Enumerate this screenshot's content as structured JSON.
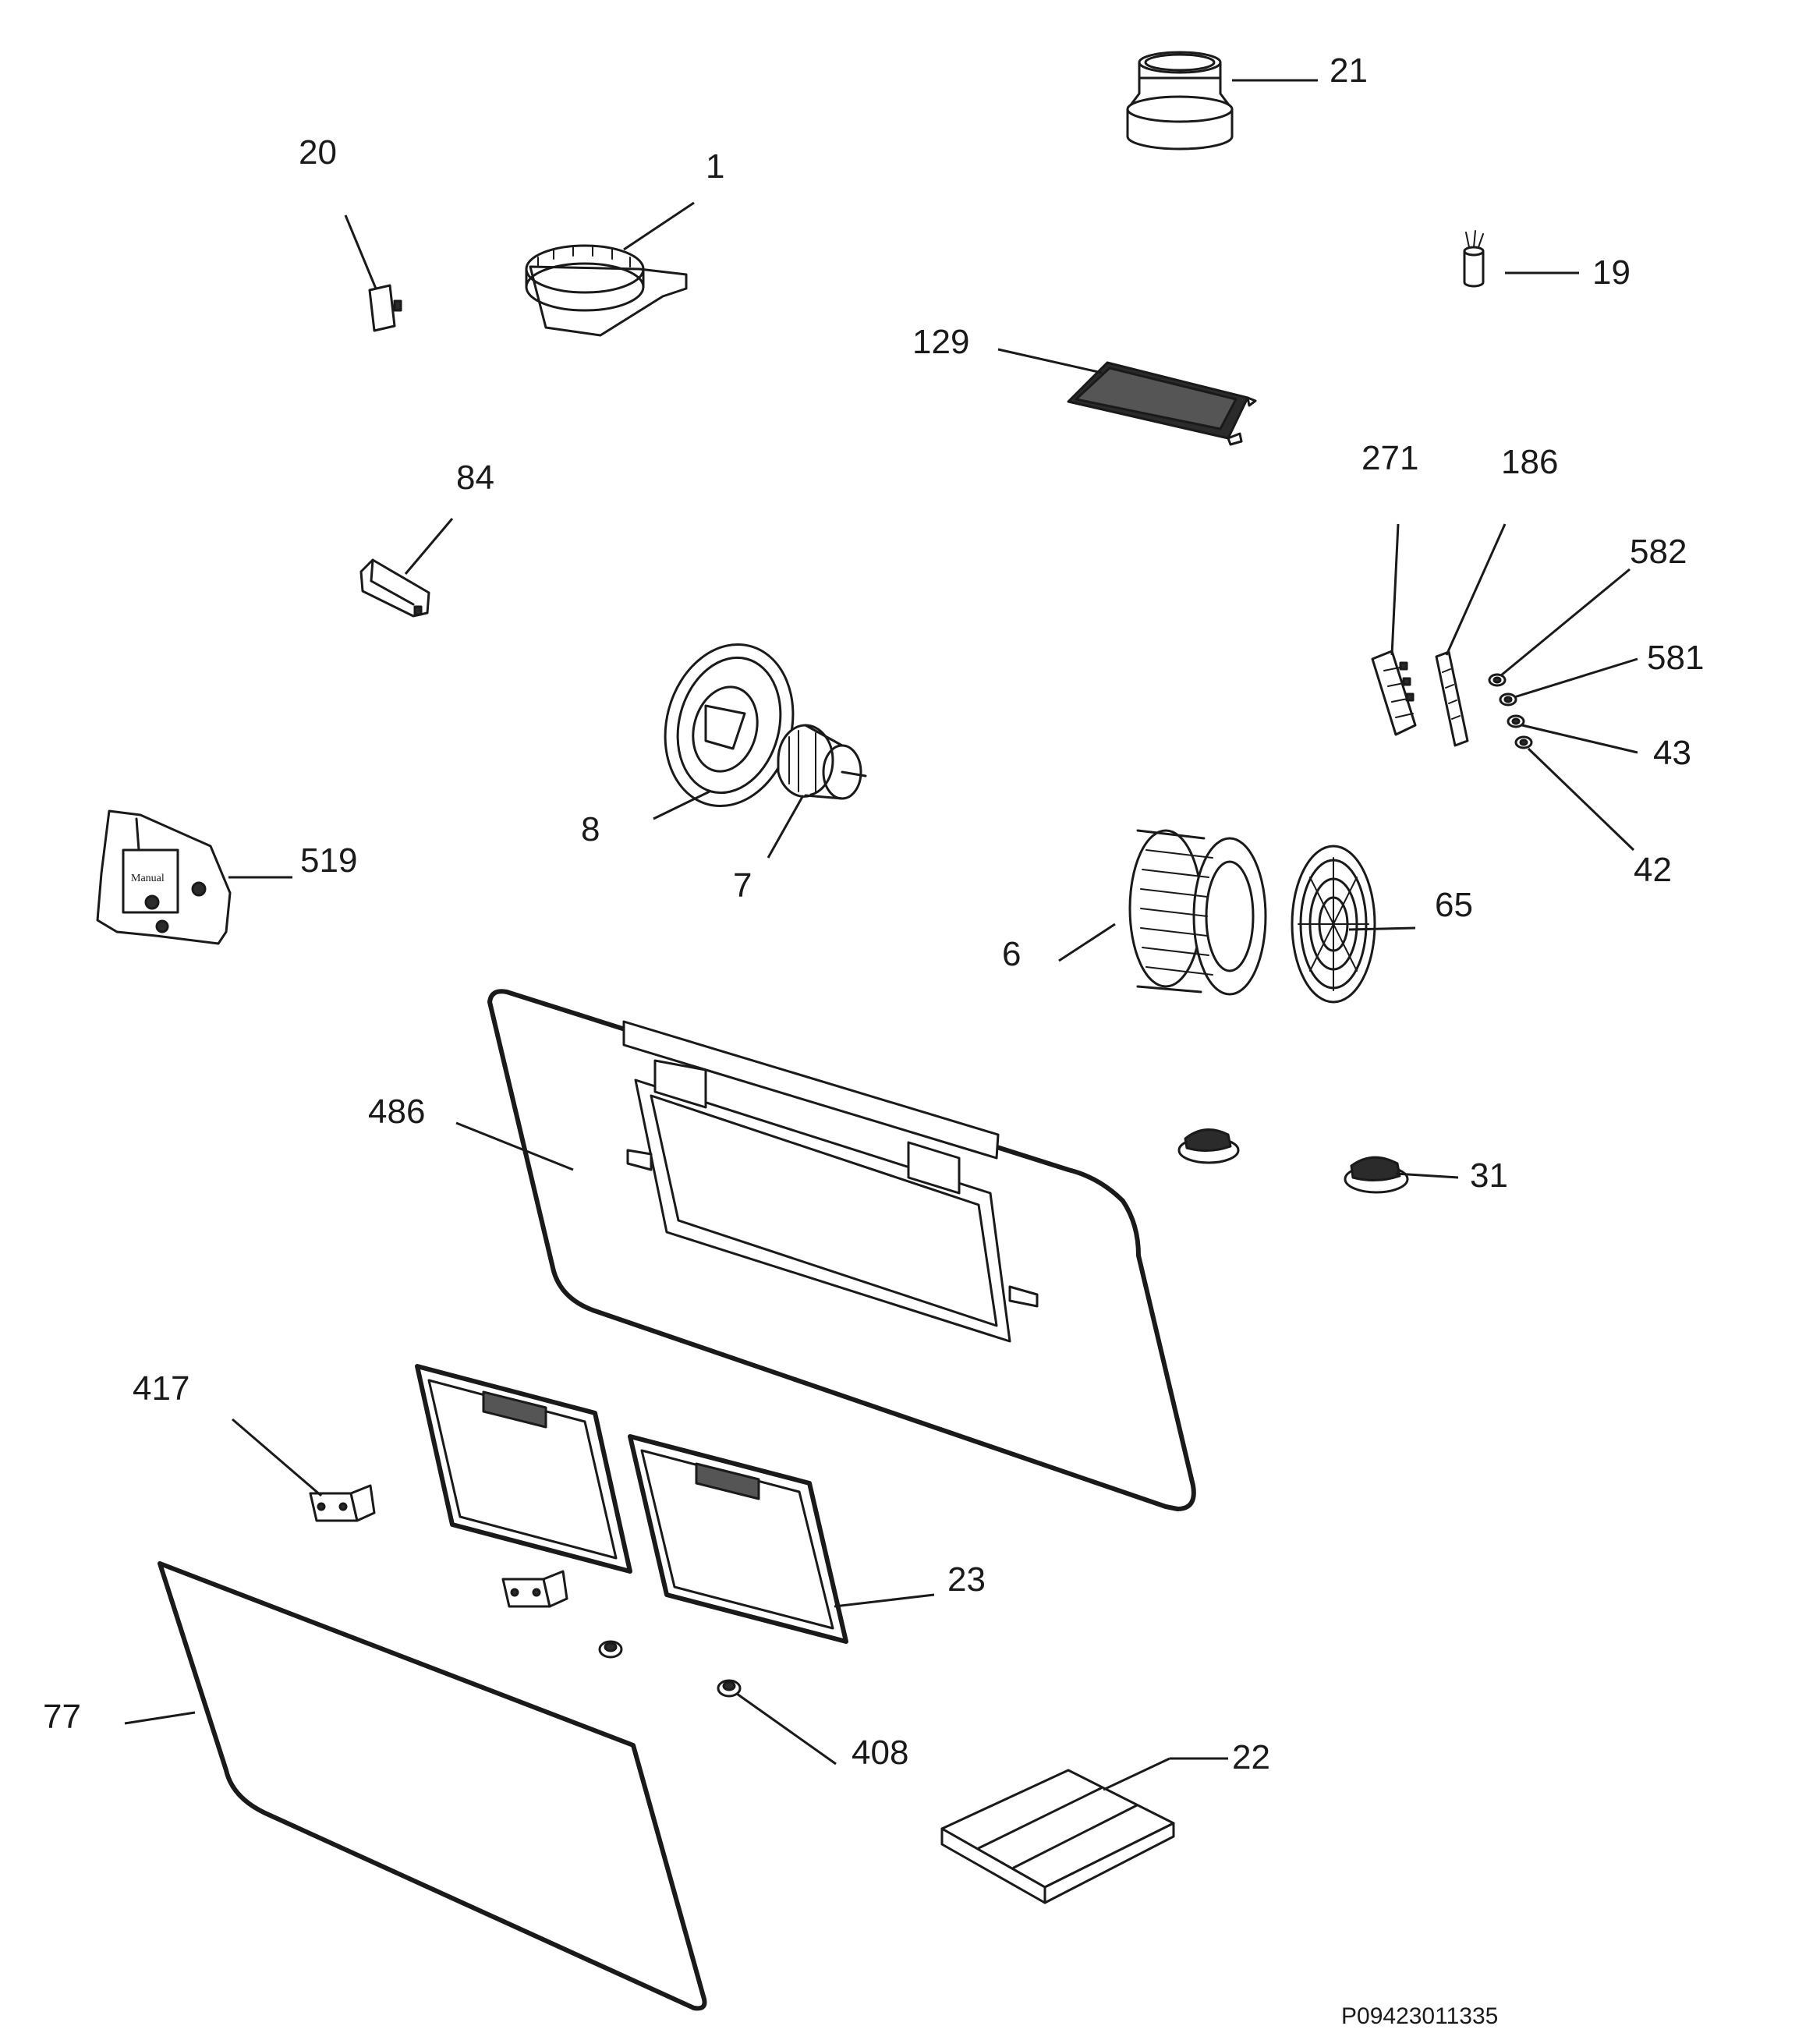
{
  "diagram": {
    "drawing_code": "P09423011335",
    "callouts": {
      "p20": "20",
      "p1": "1",
      "p21": "21",
      "p19": "19",
      "p129": "129",
      "p84": "84",
      "p271": "271",
      "p186": "186",
      "p582": "582",
      "p581": "581",
      "p43": "43",
      "p42": "42",
      "p8": "8",
      "p7": "7",
      "p519": "519",
      "p6": "6",
      "p65": "65",
      "p486": "486",
      "p31": "31",
      "p417": "417",
      "p23": "23",
      "p77": "77",
      "p408": "408",
      "p22": "22"
    },
    "bag_label": "Manual"
  }
}
